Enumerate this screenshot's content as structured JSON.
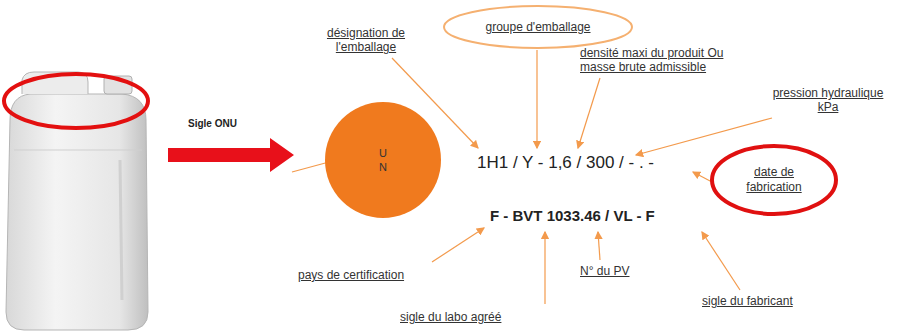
{
  "diagram": {
    "nodes": [
      {
        "text": [
          "U N"
        ]
      },
      {
        "text": [
          "groupe d'emballage"
        ]
      },
      {
        "text": [
          "date de fabrication"
        ]
      }
    ],
    "labels": [
      "Sigle ONU",
      "1H1 / Y - 1,6 / 300 / - . -",
      "F - BVT 1033.46 / VL - F",
      "désignation de l'emballage",
      "densité maxi du produit Ou masse brute admissible",
      "pression hydraulique kPa",
      "pays de certification",
      "sigle du labo agréé",
      "N° du PV",
      "sigle du fabricant"
    ]
  }
}
